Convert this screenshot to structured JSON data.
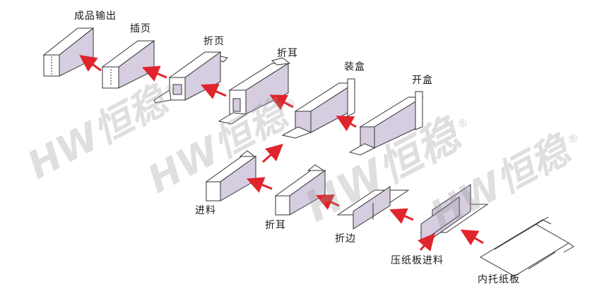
{
  "steps": {
    "finished_output": "成品输出",
    "insert_board": "插页",
    "fold_page": "折页",
    "fold_ear_top": "折耳",
    "boxing": "装盒",
    "open_box": "开盒",
    "feed": "进料",
    "fold_ear_bottom": "折耳",
    "fold_edge": "折边",
    "press_board_feed": "压纸板进料",
    "inner_tray_board": "内托纸板"
  },
  "watermark": {
    "brand": "HW恒稳",
    "registered": "®"
  },
  "colors": {
    "box_side": "#d6cde0",
    "arrow": "#e0242c",
    "line": "#333333",
    "watermark": "#969696"
  }
}
